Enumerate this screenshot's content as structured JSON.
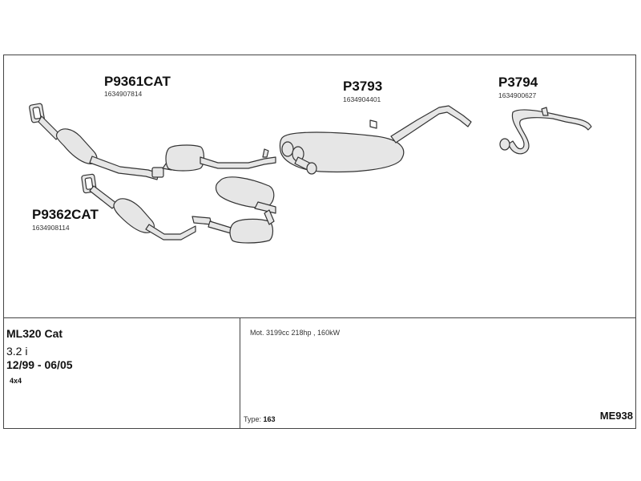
{
  "parts": [
    {
      "code": "P9361CAT",
      "number": "1634907814"
    },
    {
      "code": "P9362CAT",
      "number": "1634908114"
    },
    {
      "code": "P3793",
      "number": "1634904401"
    },
    {
      "code": "P3794",
      "number": "1634900627"
    }
  ],
  "vehicle": {
    "model": "ML320 Cat",
    "engine": "3.2 i",
    "years": "12/99 - 06/05",
    "drive": "4x4"
  },
  "specs": {
    "motor": "Mot. 3199cc 218hp , 160kW",
    "type_label": "Type:",
    "type_value": "163"
  },
  "reference": "ME938"
}
